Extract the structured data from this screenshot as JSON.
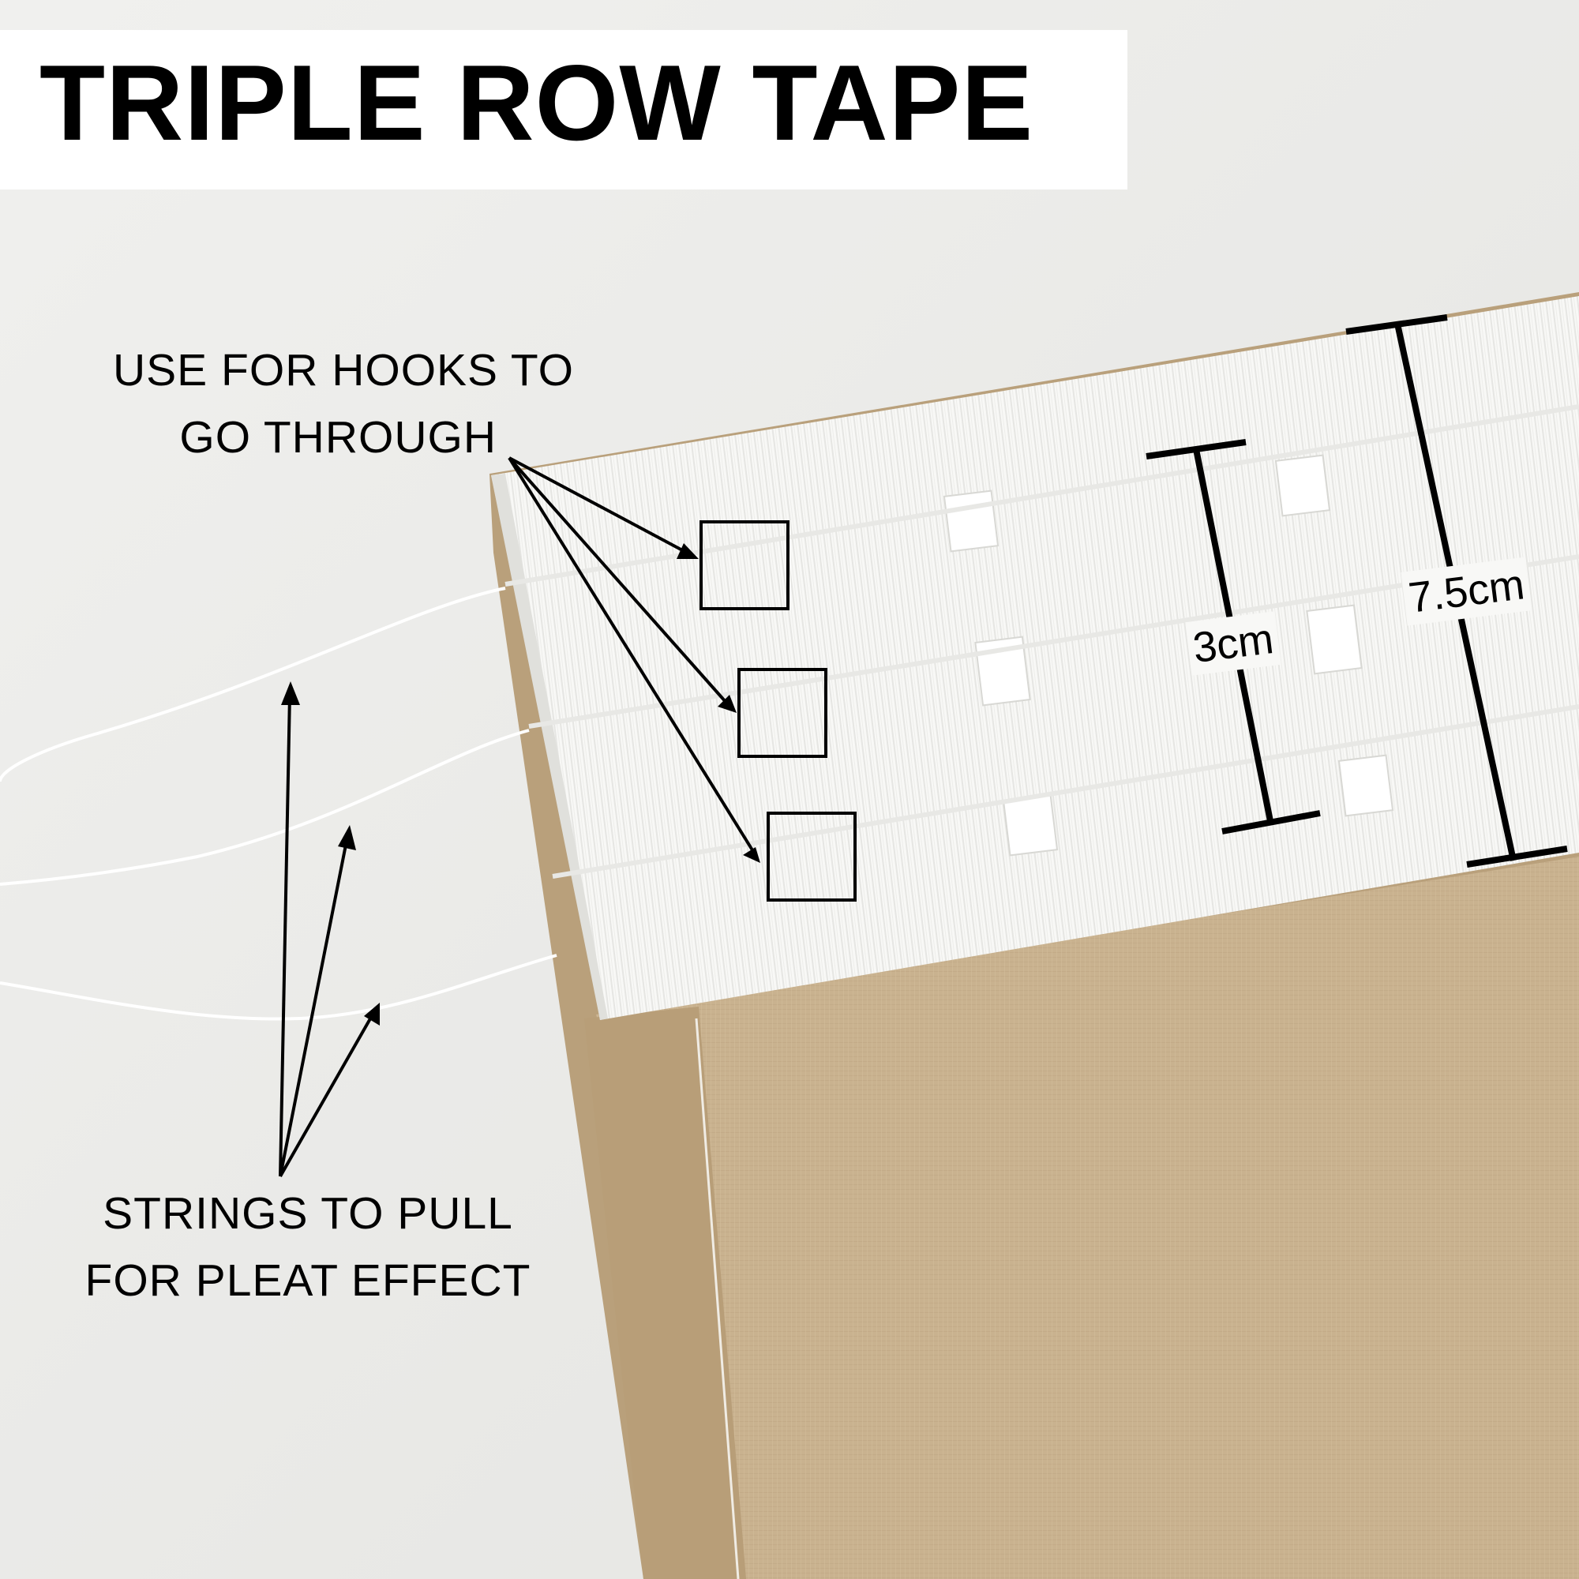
{
  "title": "TRIPLE ROW TAPE",
  "hooks_label": {
    "line1": "USE FOR HOOKS TO",
    "line2": "GO THROUGH"
  },
  "strings_label": {
    "line1": "STRINGS TO PULL",
    "line2": "FOR PLEAT EFFECT"
  },
  "dimensions": {
    "inner": "3cm",
    "outer": "7.5cm"
  },
  "colors": {
    "background": "#ececea",
    "curtain_fabric": "#c8b18e",
    "curtain_shadow": "#b49b76",
    "tape": "#f7f7f5",
    "annotation": "#000000",
    "title_box": "#ffffff"
  }
}
